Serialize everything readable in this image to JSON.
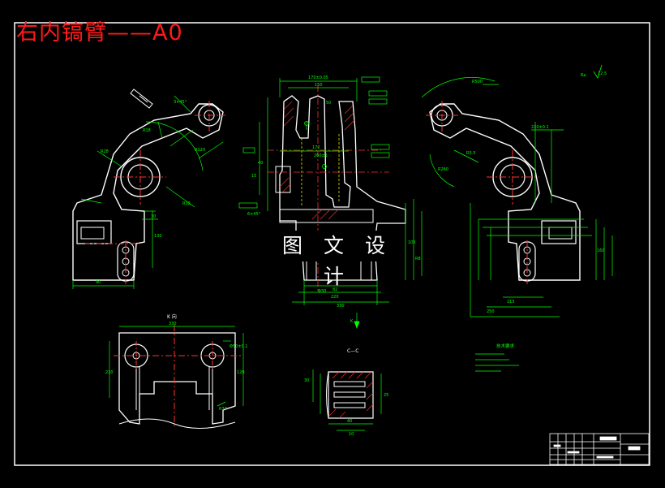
{
  "drawing": {
    "title": "右内镐臂——A0",
    "watermark": "图 文 设 计",
    "view_labels": {
      "k_view": "K 向",
      "section": "C—C",
      "arrow_k": "K"
    },
    "tech_requirements_title": "技术要求",
    "colors": {
      "background": "#000000",
      "outline": "#ffffff",
      "dimension": "#00ff00",
      "center_line": "#ff3030",
      "hidden_line": "#ffff00",
      "title_text": "#ff1a1a"
    }
  }
}
